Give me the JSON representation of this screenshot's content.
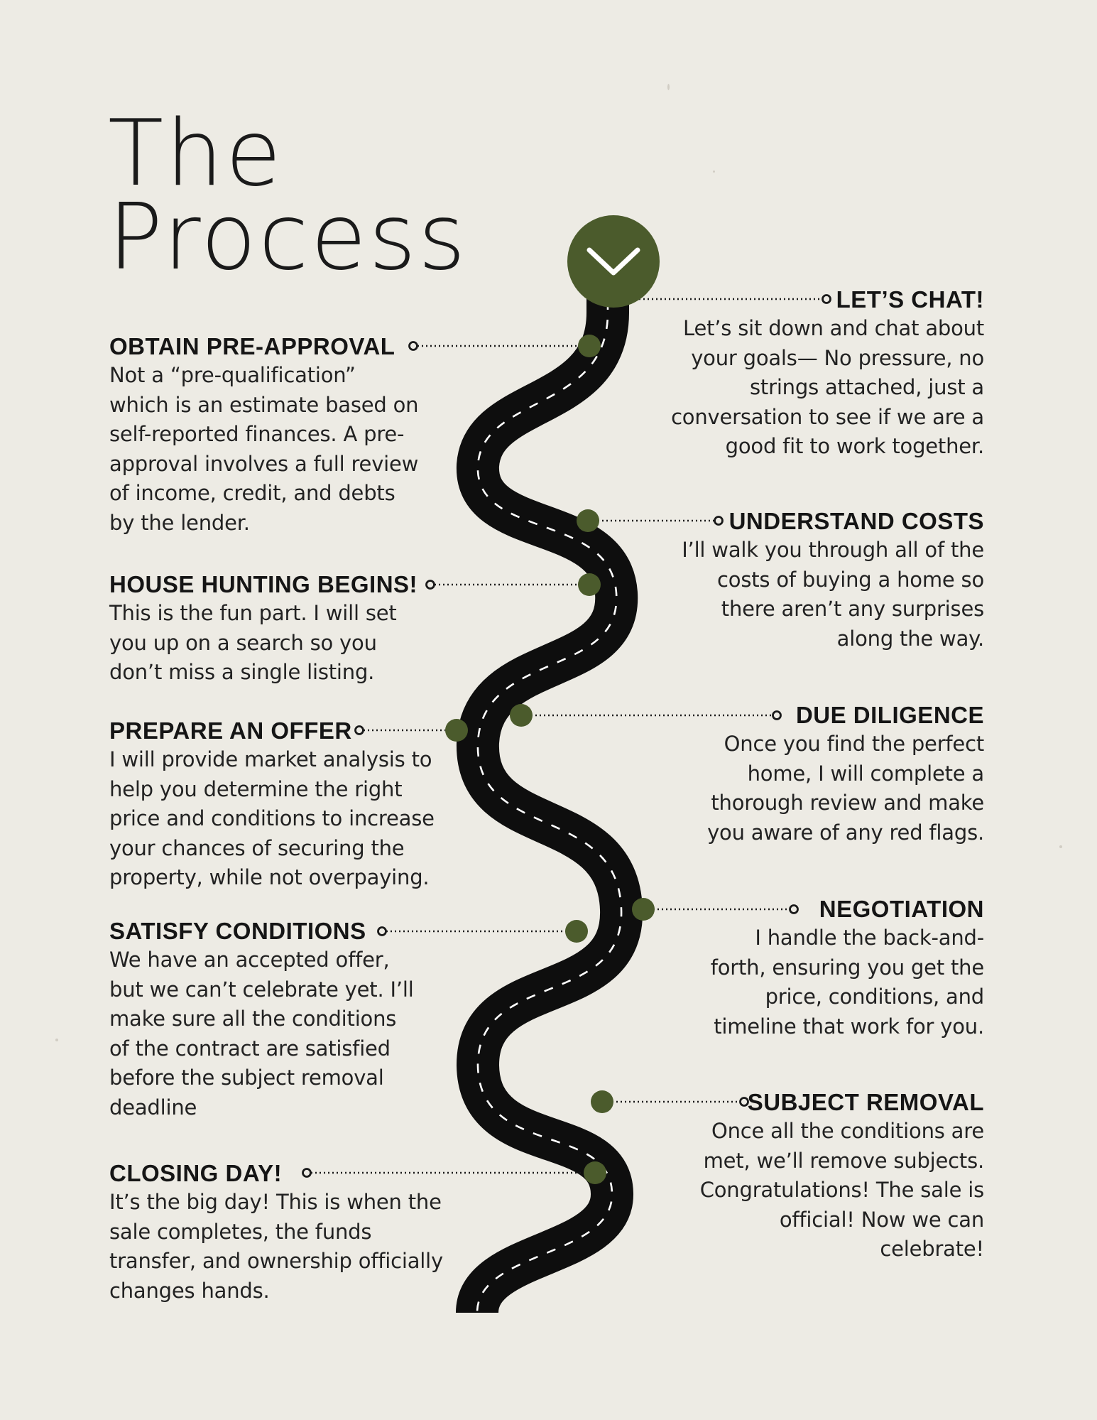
{
  "title": {
    "line1": "The",
    "line2": "Process"
  },
  "icons": {
    "start_marker": "chevron-down-icon"
  },
  "colors": {
    "background": "#edebe4",
    "road": "#0e0e0e",
    "lane_dashes": "#ffffff",
    "accent_green": "#4b5b2c",
    "text": "#1b1b1b"
  },
  "steps": {
    "lets_chat": {
      "heading": "LET’S CHAT!",
      "body": "Let’s sit down and chat about your goals— No pressure, no strings attached, just a conversation to see if we are a good fit to work together.",
      "lines": [
        "Let’s sit down and chat about",
        "your goals— No pressure, no",
        "strings attached, just a",
        "conversation to see if we are a",
        "good fit to work together."
      ]
    },
    "obtain_pre_approval": {
      "heading": "OBTAIN PRE-APPROVAL",
      "body": "Not a “pre-qualification” which is an estimate based on self-reported finances. A pre-approval involves a full review of income, credit, and debts by the lender.",
      "lines": [
        "Not a “pre-qualification”",
        "which is an estimate based on",
        "self-reported finances. A pre-",
        "approval involves a full review",
        "of income, credit, and debts",
        "by the lender."
      ]
    },
    "understand_costs": {
      "heading": "UNDERSTAND COSTS",
      "body": "I’ll walk you through all of the costs of buying a home so there aren’t any surprises along the way.",
      "lines": [
        "I’ll walk you through all of the",
        "costs of buying a home so",
        "there aren’t any surprises",
        "along the way."
      ]
    },
    "house_hunting": {
      "heading": "HOUSE HUNTING BEGINS!",
      "body": "This is the fun part. I will set you up on a search so you don’t miss a single listing.",
      "lines": [
        "This is the fun part. I will set",
        "you up on a search so you",
        "don’t miss a single listing."
      ]
    },
    "due_diligence": {
      "heading": "DUE DILIGENCE",
      "body": "Once you find the perfect home, I will complete a thorough review and make you aware of any red flags.",
      "lines": [
        "Once you find the perfect",
        "home, I will complete a",
        "thorough review and make",
        "you aware of any red flags."
      ]
    },
    "prepare_offer": {
      "heading": "PREPARE AN OFFER",
      "body": "I will provide market analysis to help you determine the right price and conditions to increase your chances of securing the property, while not overpaying.",
      "lines": [
        "I will provide market analysis to",
        "help you determine the right",
        "price and conditions to increase",
        "your chances of securing the",
        "property, while not overpaying."
      ]
    },
    "negotiation": {
      "heading": "NEGOTIATION",
      "body": "I handle the back-and-forth, ensuring you get the price, conditions, and timeline that work for you.",
      "lines": [
        "I handle the back-and-",
        "forth, ensuring you get the",
        "price, conditions, and",
        "timeline that work for you."
      ]
    },
    "satisfy_conditions": {
      "heading": "SATISFY CONDITIONS",
      "body": "We have an accepted offer, but we can’t celebrate yet. I’ll make sure all the conditions of the contract are satisfied before the subject removal deadline",
      "lines": [
        "We have an accepted offer,",
        "but we can’t celebrate yet. I’ll",
        "make sure all the conditions",
        "of the contract are satisfied",
        "before the subject removal",
        "deadline"
      ]
    },
    "subject_removal": {
      "heading": "SUBJECT REMOVAL",
      "body": "Once all the conditions are met, we’ll remove subjects. Congratulations! The sale is official! Now we can celebrate!",
      "lines": [
        "Once all the conditions are",
        "met, we’ll remove subjects.",
        "Congratulations! The sale is",
        "official! Now we can",
        "celebrate!"
      ]
    },
    "closing_day": {
      "heading": "CLOSING DAY!",
      "body": "It’s the big day! This is when the sale completes, the funds transfer, and ownership officially changes hands.",
      "lines": [
        "It’s the big day! This is when the",
        "sale completes, the funds",
        "transfer, and ownership officially",
        "changes hands."
      ]
    }
  }
}
